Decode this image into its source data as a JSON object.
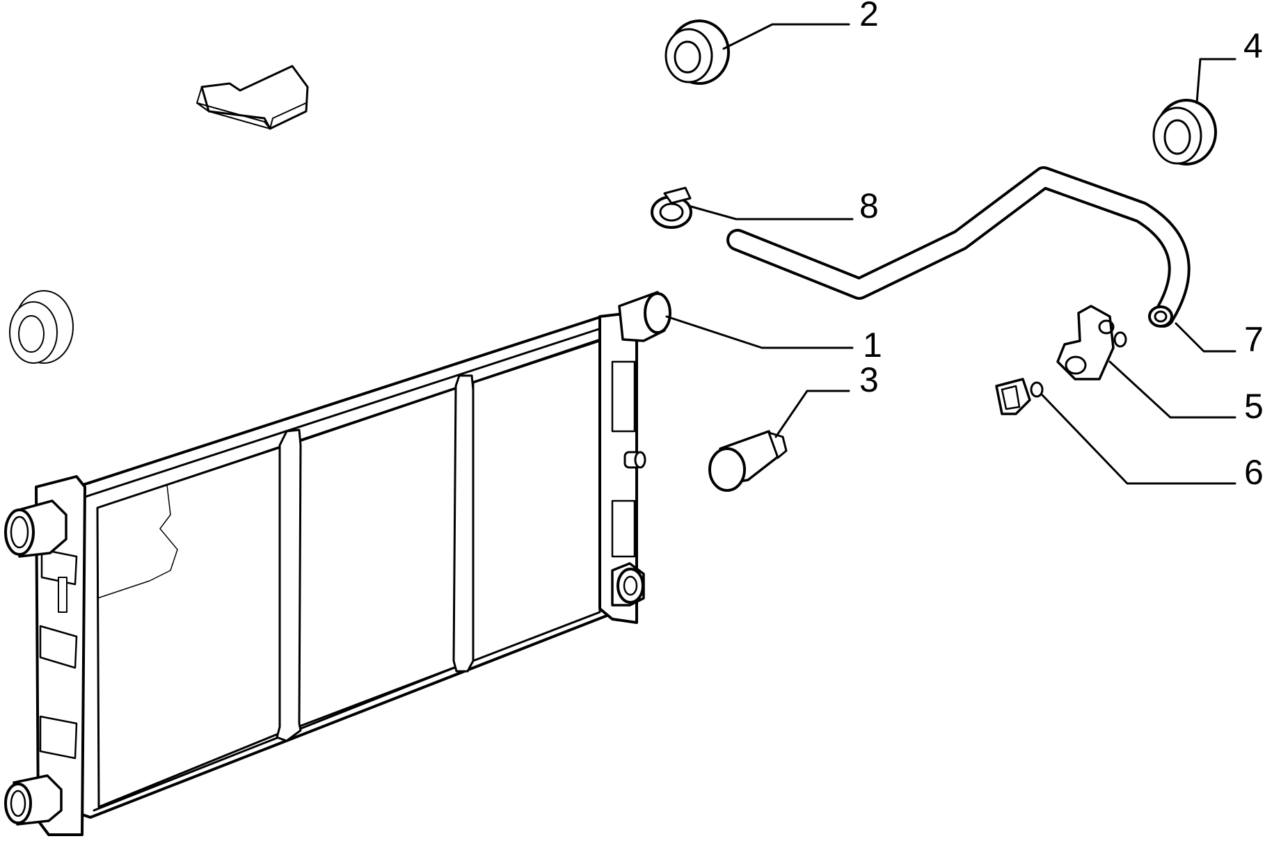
{
  "colors": {
    "ink": "#000000",
    "paper": "#ffffff"
  },
  "callouts": [
    {
      "id": "1",
      "label": "1"
    },
    {
      "id": "2",
      "label": "2"
    },
    {
      "id": "3",
      "label": "3"
    },
    {
      "id": "4",
      "label": "4"
    },
    {
      "id": "5",
      "label": "5"
    },
    {
      "id": "6",
      "label": "6"
    },
    {
      "id": "7",
      "label": "7"
    },
    {
      "id": "8",
      "label": "8"
    }
  ]
}
